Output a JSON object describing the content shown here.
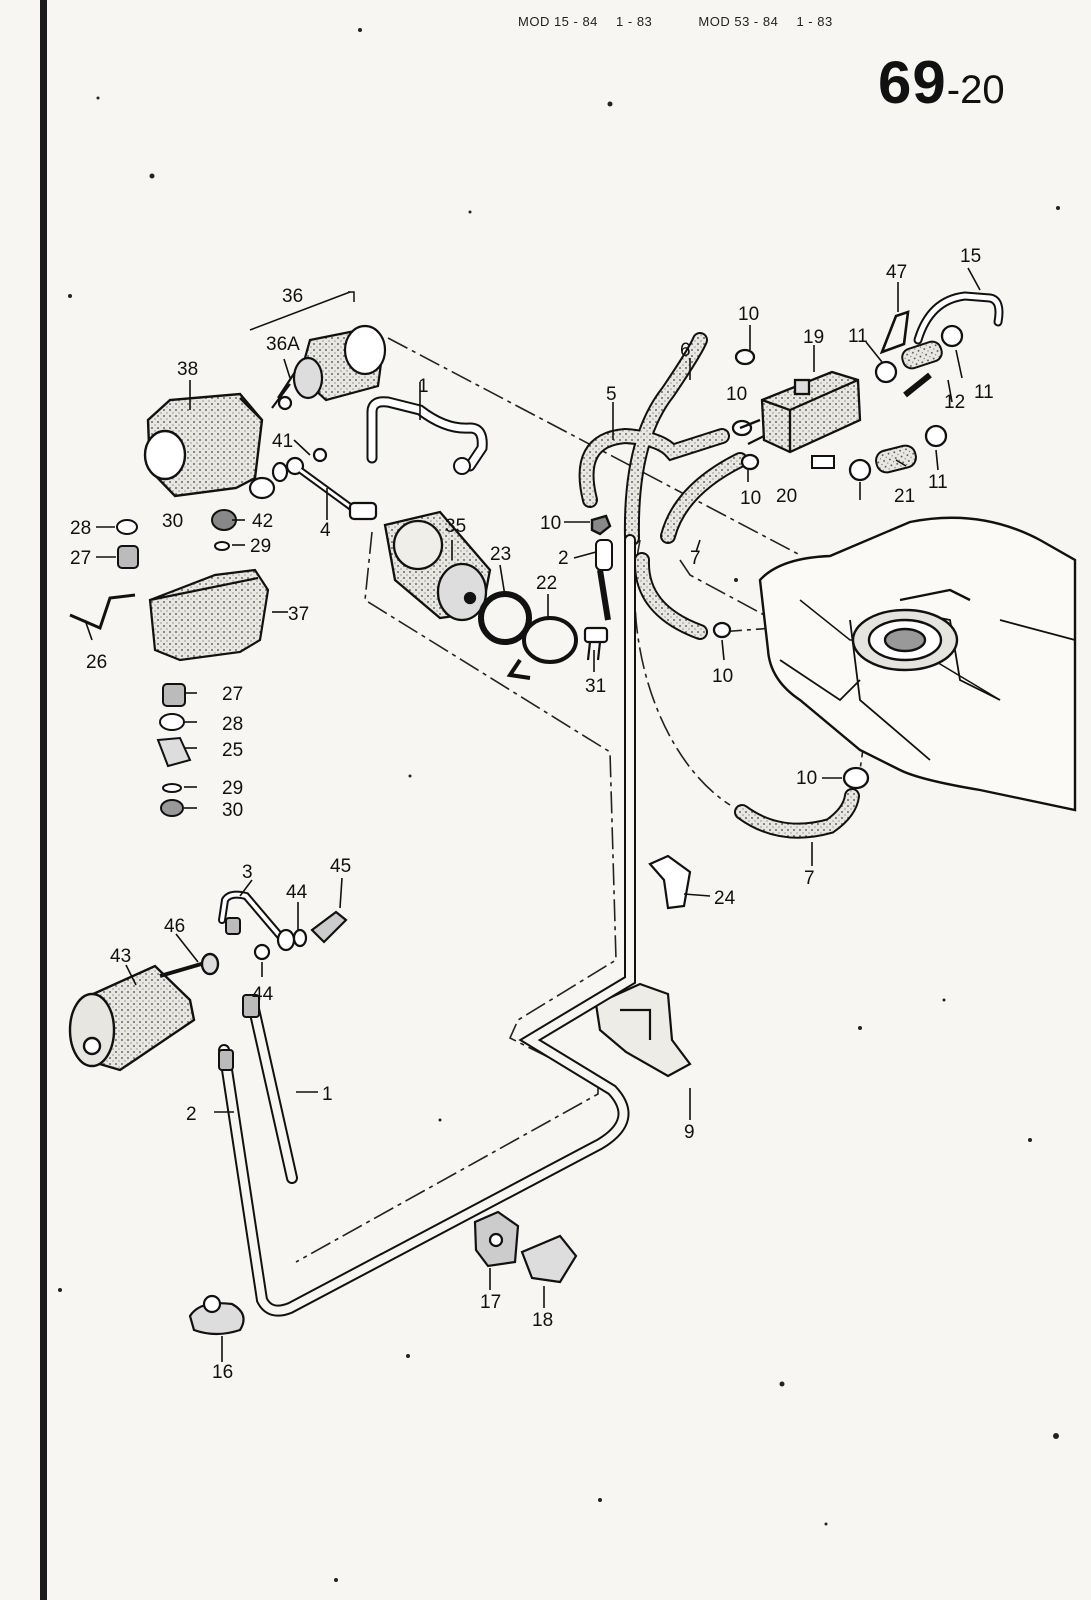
{
  "header": {
    "model_a": "MOD 15 - 84",
    "date_a": "1 - 83",
    "model_b": "MOD 53 - 84",
    "date_b": "1 - 83"
  },
  "page_number": {
    "major": "69",
    "minor": "-20"
  },
  "callouts": [
    "36",
    "36A",
    "38",
    "1",
    "41",
    "42",
    "30",
    "29",
    "28",
    "27",
    "26",
    "37",
    "4",
    "35",
    "23",
    "22",
    "31",
    "10",
    "2",
    "5",
    "6",
    "7",
    "19",
    "20",
    "21",
    "11",
    "12",
    "15",
    "47",
    "27",
    "28",
    "25",
    "29",
    "30",
    "3",
    "44",
    "45",
    "46",
    "43",
    "44",
    "1",
    "2",
    "16",
    "17",
    "18",
    "9",
    "24",
    "10",
    "7",
    "10",
    "10",
    "10",
    "10",
    "11",
    "11"
  ],
  "colors": {
    "ink": "#1a1a1a",
    "paper": "#f7f6f2",
    "shade": "#b9b7b0"
  }
}
